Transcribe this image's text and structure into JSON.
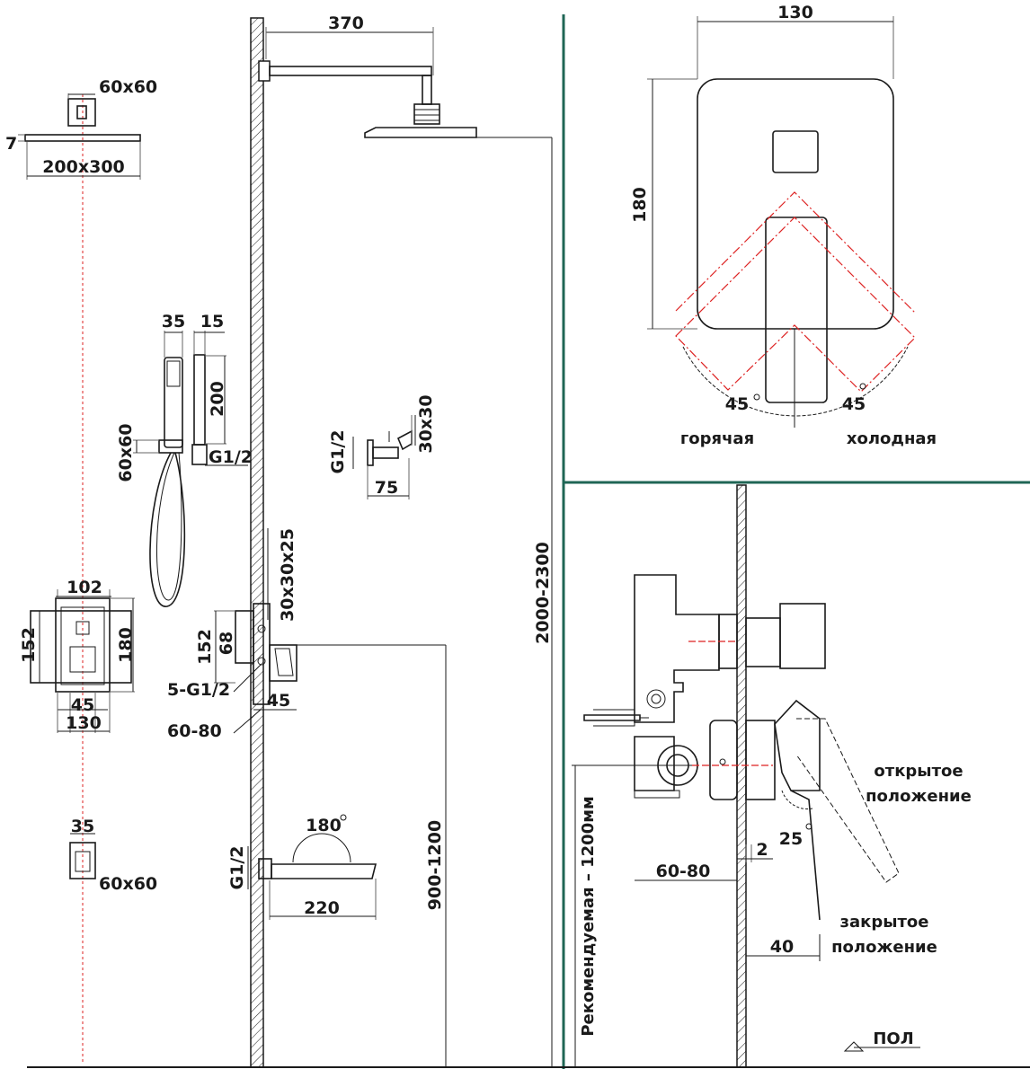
{
  "colors": {
    "divider": "#1f6655",
    "axis": "#dd2222",
    "ink": "#1a1a1a"
  },
  "left": {
    "head_top": "60x60",
    "head_thick": "7",
    "head_size": "200x300",
    "arm_length": "370",
    "total_height": "2000-2300",
    "hand_35": "35",
    "hand_15": "15",
    "hand_200": "200",
    "hand_bracket": "60x60",
    "hand_thread": "G1/2",
    "holder_thread": "G1/2",
    "holder_size": "30x30",
    "holder_75": "75",
    "plate_102": "102",
    "plate_152": "152",
    "plate_180": "180",
    "plate_45": "45",
    "plate_130": "130",
    "side_box": "30x30x25",
    "side_152": "152",
    "side_68": "68",
    "side_outlets": "5-G1/2",
    "side_45": "45",
    "side_depth": "60-80",
    "elbow_35": "35",
    "elbow_size": "60x60",
    "spout_angle": "180",
    "spout_thread": "G1/2",
    "spout_220": "220",
    "mixer_height": "900-1200"
  },
  "top_right": {
    "width": "130",
    "height": "180",
    "angle_left": "45",
    "angle_right": "45",
    "hot": "горячая",
    "cold": "холодная"
  },
  "bottom_right": {
    "recommended": "Рекомендуемая – 1200мм",
    "open": [
      "открытое",
      "положение"
    ],
    "closed": [
      "закрытое",
      "положение"
    ],
    "depth": "60-80",
    "gap": "2",
    "angle": "25",
    "handle_40": "40",
    "floor": "ПОЛ"
  }
}
